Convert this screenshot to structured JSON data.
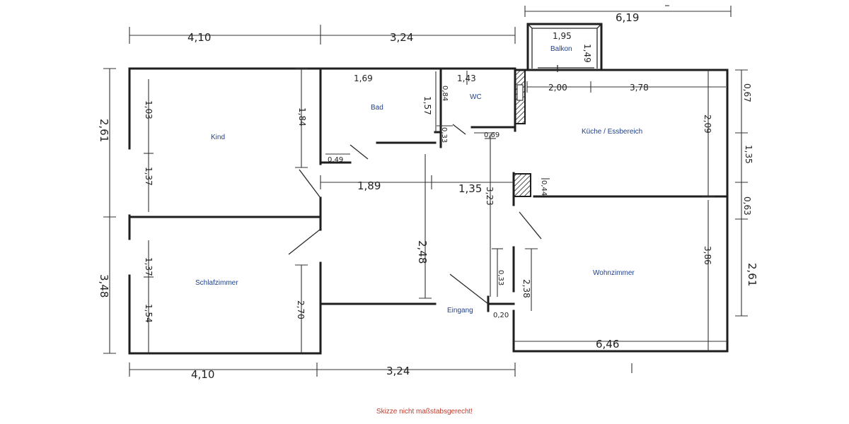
{
  "rooms": {
    "kind": "Kind",
    "bad": "Bad",
    "wc": "WC",
    "balkon": "Balkon",
    "kueche": "Küche / Essbereich",
    "schlafzimmer": "Schlafzimmer",
    "wohnzimmer": "Wohnzimmer",
    "eingang": "Eingang"
  },
  "dimensions": {
    "top_left": "4,10",
    "top_mid": "3,24",
    "top_right": "6,19",
    "balkon_width": "1,95",
    "balkon_depth": "1,49",
    "bad_width": "1,69",
    "wc_width": "1,43",
    "kueche_2_00": "2,00",
    "kueche_3_78": "3,78",
    "right_0_67": "0,67",
    "right_1_35": "1,35",
    "right_0_63": "0,63",
    "right_2_61": "2,61",
    "left_2_61": "2,61",
    "left_3_48": "3,48",
    "kind_1_03": "1,03",
    "kind_1_37": "1,37",
    "kind_1_84": "1,84",
    "bad_1_57": "1,57",
    "bad_0_49": "0,49",
    "wc_0_84": "0,84",
    "wc_0_33": "0,33",
    "wc_0_69": "0,69",
    "flur_1_89": "1,89",
    "flur_1_35": "1,35",
    "flur_3_23": "3,23",
    "flur_2_48": "2,48",
    "kueche_2_09": "2,09",
    "chimney_0_44": "0,44",
    "schlaf_1_37": "1,37",
    "schlaf_1_54": "1,54",
    "schlaf_2_70": "2,70",
    "eingang_0_33": "0,33",
    "eingang_0_20": "0,20",
    "wohn_2_38": "2,38",
    "wohn_3_86": "3,86",
    "wohn_6_46": "6,46",
    "bottom_left": "4,10",
    "bottom_mid": "3,24"
  },
  "note": "Skizze nicht maßstabsgerecht!"
}
